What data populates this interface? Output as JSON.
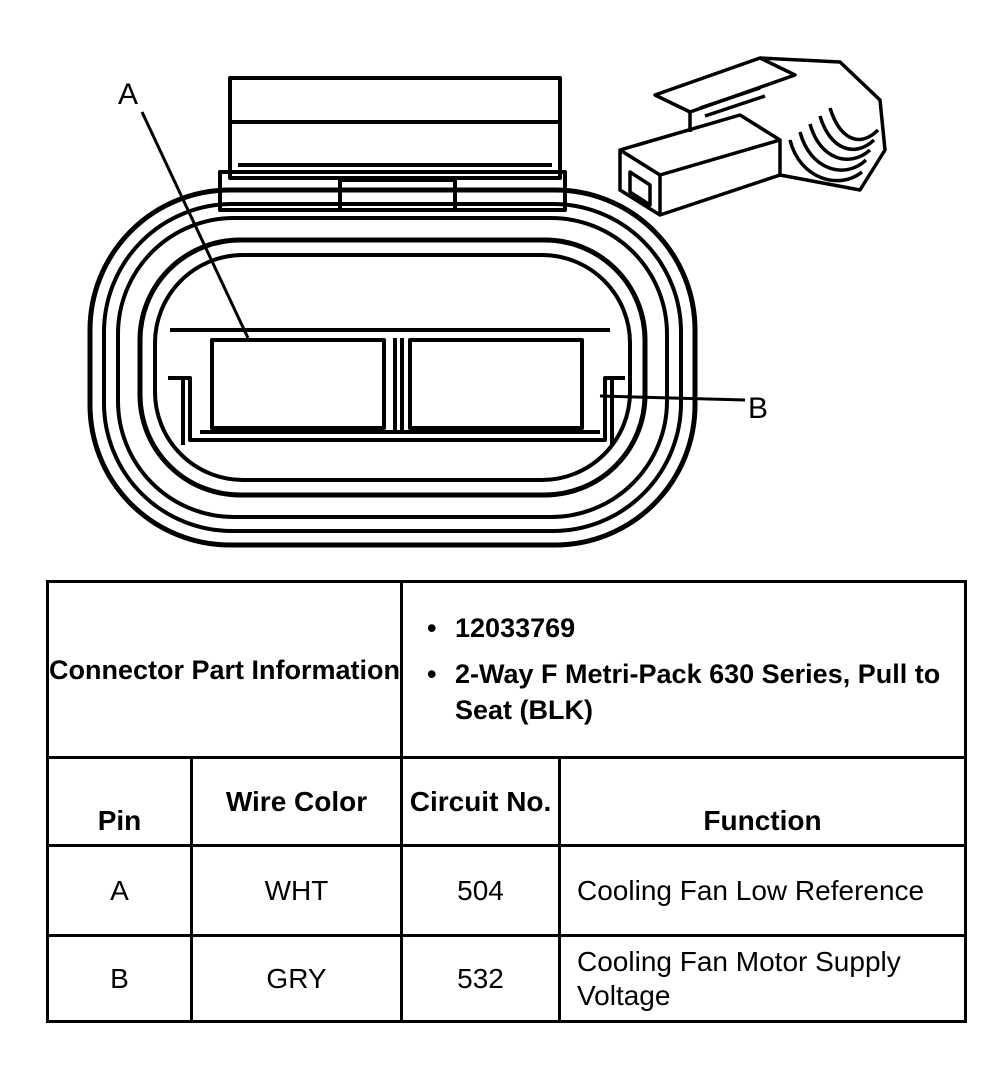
{
  "callouts": {
    "a": "A",
    "b": "B"
  },
  "header": {
    "label": "Connector Part Information",
    "items": [
      "12033769",
      "2-Way F Metri-Pack 630 Series, Pull to Seat (BLK)"
    ]
  },
  "columns": {
    "pin": "Pin",
    "wire_color": "Wire Color",
    "circuit_no": "Circuit No.",
    "function": "Function"
  },
  "rows": [
    {
      "pin": "A",
      "wire_color": "WHT",
      "circuit_no": "504",
      "function": "Cooling Fan Low Reference"
    },
    {
      "pin": "B",
      "wire_color": "GRY",
      "circuit_no": "532",
      "function": "Cooling Fan Motor Supply Voltage"
    }
  ]
}
